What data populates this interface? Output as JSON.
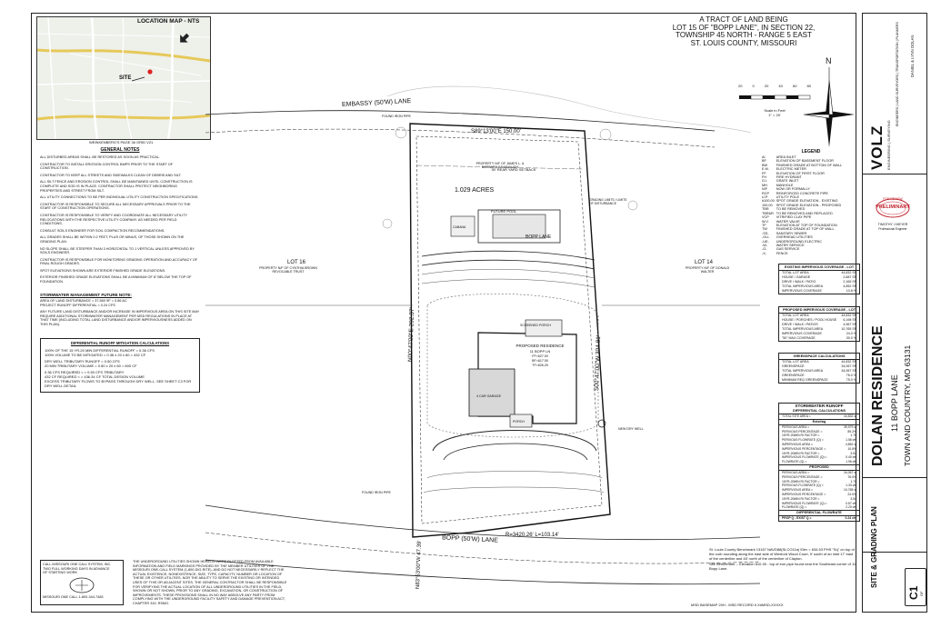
{
  "location_map": {
    "title": "LOCATION MAP - NTS",
    "site_label": "SITE",
    "grid_ref": "WEINKENBERG'S PAGE 3# GRID V21"
  },
  "heading": {
    "line1": "A TRACT OF LAND BEING",
    "line2": "LOT 15 OF \"BOPP LANE\", IN SECTION 22,",
    "line3": "TOWNSHIP 45 NORTH - RANGE 5 EAST",
    "line4": "ST. LOUIS COUNTY, MISSOURI"
  },
  "north_label": "N",
  "scale": {
    "ticks": [
      "20",
      "0",
      "20",
      "40",
      "60",
      "80"
    ],
    "caption_line1": "Scale in Feet",
    "caption_line2": "1\" = 20'"
  },
  "general_notes": {
    "title": "GENERAL NOTES",
    "items": [
      "ALL DISTURBED AREAS SHALL BE RESTORED AS SOON AS PRACTICAL.",
      "CONTRACTOR TO INSTALL EROSION CONTROL BMPS PRIOR TO THE START OF CONSTRUCTION.",
      "CONTRACTOR TO KEEP ALL STREETS AND SIDEWALKS CLEAN OF DEBRIS AND SILT.",
      "ALL SILT FENCE AND EROSION CONTROL SHALL BE MAINTAINED UNTIL CONSTRUCTION IS COMPLETE AND SOD IS IN PLACE. CONTRACTOR SHALL PROTECT NEIGHBORING PROPERTIES AND STREET FROM SILT.",
      "ALL UTILITY CONNECTIONS TO BE PER INDIVIDUAL UTILITY CONSTRUCTION SPECIFICATIONS.",
      "CONTRACTOR IS RESPONSIBLE TO SECURE ALL NECESSARY APPROVALS PRIOR TO THE START OF CONSTRUCTION OPERATIONS.",
      "CONTRACTOR IS RESPONSIBLE TO VERIFY AND COORDINATE ALL NECESSARY UTILITY RELOCATIONS WITH THE RESPECTIVE UTILITY COMPANY. AS NEEDED PER FIELD CONDITIONS.",
      "CONSULT SOILS ENGINEER FOR SOIL COMPACTION RECOMMENDATIONS.",
      "ALL GRADES SHALL BE WITHIN 0.2 FEET, PLUS OR MINUS, OF THOSE SHOWN ON THE GRADING PLAN.",
      "NO SLOPE SHALL BE STEEPER THAN 3 HORIZONTAL TO 1 VERTICAL UNLESS APPROVED BY SOILS ENGINEER.",
      "CONTRACTOR IS RESPONSIBLE FOR MONITORING GRADING OPERATION AND ACCURACY OF FINAL ROUGH GRADES.",
      "SPOT ELEVATIONS SHOWN ARE EXTERIOR FINISHED GRADE ELEVATIONS.",
      "EXTERIOR FINISHED GRADE ELEVATIONS SHALL BE A MINIMUM OF 8\" BELOW THE TOP OF FOUNDATION."
    ]
  },
  "stormwater_note": {
    "title": "STORMWATER MANAGEMENT FUTURE NOTE:",
    "lines": [
      "AREA OF LAND DISTURBANCE = 37,560 SF = 0.86 AC",
      "PROJECT RUNOFF DIFFERENTIAL = 0.24 CFS",
      "ANY FUTURE LAND DISTURBANCE AND/OR INCREASE IN IMPERVIOUS AREA ON THIS SITE MAY REQUIRE ADDITIONAL STORMWATER MANAGEMENT PER MSD REGULATIONS IN PLACE AT THAT TIME (INCLUDING TOTAL LAND DISTURBANCE AND/OR IMPERVIOUSNESS ADDED ON THIS PLAN)."
    ]
  },
  "runoff_mitigation": {
    "title": "DIFFERENTIAL RUNOFF MITIGATION CALCULATIONS",
    "lines": [
      "100% OF THE 15 YR-20 MIN DIFFERENTIAL RUNOFF = 0.36 CFS",
      "100% VOLUME TO BE MITIGATED = 0.36 x 20 x 60 = 432 CF",
      "DRY WELL TRIBUTARY RUNOFF = 0.50 CFS",
      "20 MIN TRIBUTARY VOLUME = 0.50 x 20 x 60 = 600 CF",
      "0.36 CFS REQUIRED < = 0.50 CFS TRIBUTARY",
      "432 CF REQUIRED < = 436.34 CF TOTAL DESIGN VOLUME",
      "EXCESS TRIBUTARY FLOWS TO BYPASS THROUGH DRY WELL. SEE SHEET C3 FOR DRY WELL DETAIL"
    ]
  },
  "call_box": {
    "lines": [
      "CALL MISSOURI ONE CALL SYSTEM, INC.",
      "TWO FULL WORKING DAYS IN ADVANCE",
      "OF STARTING WORK",
      "MISSOURI ONE CALL 1-800-344-7483"
    ]
  },
  "utility_note": "THE UNDERGROUND UTILITIES SHOWN HEREON WERE PLOTTED FROM AVAILABLE INFORMATION AND FIELD MARKINGS PROVIDED BY THE MEMBER UTILITIES OF THE MISSOURI ONE-CALL SYSTEM (1-800-DIG-RITE), AND DO NOT NECESSARILY REFLECT THE ACTUAL EXISTENCE, NONEXISTENCE, SIZE, TYPE, CAPACITY, NUMBER OR LOCATION OF THESE OR OTHER UTILITIES, NOR THE ABILITY TO SERVE THE EXISTING OR INTENDED USES OF THIS OR ADJACENT SITES. THE GENERAL CONTRACTOR SHALL BE RESPONSIBLE FOR VERIFYING THE ACTUAL LOCATION OF ALL UNDERGROUND UTILITIES IN THE FIELD, SHOWN OR NOT SHOWN, PRIOR TO ANY GRADING, EXCAVATION, OR CONSTRUCTION OF IMPROVEMENTS. THESE PROVISIONS SHALL IN NO WAY ABSOLVE ANY PARTY FROM COMPLYING WITH THE UNDERGROUND FACILITY SAFETY AND DAMAGE PREVENTION ACT, CHAPTER 319, RSMO.",
  "plan": {
    "street_top": "EMBASSY (50'W) LANE",
    "street_bottom": "BOPP (50'W) LANE",
    "bearing_top": "S89°13'00\"E 150.00'",
    "bearing_left": "N00°47'00\"E 292.37'",
    "bearing_right": "S00°47'00\"W 304.81'",
    "bearing_bottom_left": "N83°53'00\"W 47.39'",
    "curve_bottom": "R=3420.26' L=103.14'",
    "acreage": "1.029 ACRES",
    "house_label": "PROPOSED RESIDENCE",
    "house_address": "11 BOPP LN",
    "house_details": [
      "FF=627.00",
      "BF=617.50",
      "TF=626.25"
    ],
    "pool_label": "FUTURE POOL",
    "cabana_label": "CABANA",
    "garage_label": "4 CAR GARAGE",
    "porch_label": "PORCH",
    "screened_label": "SCREENED PORCH",
    "lot_left": "LOT 16",
    "lot_right": "LOT 14",
    "lot_left_owner": "PROPERTY N/F OF CYNTHIA BROWN REVOCABLE TRUST",
    "lot_right_owner": "PROPERTY N/F OF DONALD WALTER",
    "lot_top_owner": "PROPERTY N/F OF JAMES L. & BARBARA CAVANAUGH",
    "lot_bottom": "BOPP LANE",
    "iron_pipe": "FOUND IRON PIPE",
    "limits": "GRADING LIMITS / LIMITS OF DISTURBANCE",
    "drywell": "NEW DRY WELL",
    "yard_setback": "30' REAR YARD SETBACK"
  },
  "legend": {
    "title": "LEGEND",
    "items": [
      [
        "AI",
        "AREA INLET"
      ],
      [
        "BF",
        "ELEVATION OF BASEMENT FLOOR"
      ],
      [
        "BW",
        "FINISHED GRADE AT BOTTOM OF WALL"
      ],
      [
        "E.M.",
        "ELECTRIC METER"
      ],
      [
        "FF",
        "ELEVATION OF FIRST FLOOR"
      ],
      [
        "FH",
        "FIRE HYDRANT"
      ],
      [
        "G.I.",
        "GRATE INLET"
      ],
      [
        "MH",
        "MANHOLE"
      ],
      [
        "N/F",
        "NOW OR FORMALLY"
      ],
      [
        "RCP",
        "REINFORCED CONCRETE PIPE"
      ],
      [
        "U.P.",
        "UTILITY POLE"
      ],
      [
        "#100.00",
        "SPOT GRADE ELEVATION - EXISTING"
      ],
      [
        "100.00",
        "SPOT GRADE ELEVATION - PROPOSED"
      ],
      [
        "TBR",
        "TO BE REMOVED"
      ],
      [
        "TBR&R",
        "TO BE REMOVED AND REPLACED"
      ],
      [
        "VCP",
        "VITRIFIED CLAY PIPE"
      ],
      [
        "W.V.",
        "WATER VALVE"
      ],
      [
        "TF",
        "ELEVATION AT TOP OF FOUNDATION"
      ],
      [
        "TW",
        "FINISHED GRADE AT TOP OF WALL"
      ],
      [
        "-SS-",
        "SANITARY SEWER"
      ],
      [
        "-OU-",
        "OVERHEAD UTILITIES"
      ],
      [
        "-UE-",
        "UNDERGROUND ELECTRIC"
      ],
      [
        "-W-",
        "WATER SERVICE"
      ],
      [
        "-G-",
        "GAS SERVICE"
      ],
      [
        "-X-",
        "FENCE"
      ]
    ]
  },
  "coverage_existing": {
    "title": "EXISTING IMPERVIOUS COVERAGE - LOT",
    "rows": [
      [
        "TOTAL LOT AREA",
        "44,832 SF"
      ],
      [
        "HOUSE / GARAGE",
        "2,687 SF"
      ],
      [
        "DRIVE / WALK / PATIO",
        "2,165 SF"
      ],
      [
        "TOTAL IMPERVIOUS AREA",
        "4,852 SF"
      ],
      [
        "IMPERVIOUS COVERAGE",
        "10.8 %"
      ]
    ]
  },
  "coverage_proposed": {
    "title": "PROPOSED IMPERVIOUS COVERAGE - LOT",
    "rows": [
      [
        "TOTAL LOT AREA",
        "44,832 SF"
      ],
      [
        "HOUSE / PORCHES / POOL HOUSE",
        "6,198 SF"
      ],
      [
        "DRIVE / WALK / PATIOS",
        "4,567 SF"
      ],
      [
        "TOTAL IMPERVIOUS AREA",
        "10,765 SF"
      ],
      [
        "IMPERVIOUS COVERAGE",
        "24.0 %"
      ],
      [
        "\"50\" MAX COVERAGE",
        "30.0 %"
      ]
    ]
  },
  "greenspace": {
    "title": "GREENSPACE CALCULATIONS",
    "rows": [
      [
        "TOTAL LOT AREA",
        "44,832 SF"
      ],
      [
        "GREENSPACE",
        "34,067 SF"
      ],
      [
        "TOTAL IMPERVIOUS AREA",
        "34,067 SF"
      ],
      [
        "GREENSPACE",
        "76.0 %"
      ],
      [
        "MINIMUM REQ GREENSPACE",
        "75.0 %"
      ]
    ]
  },
  "stormwater_runoff": {
    "title": "STORMWATER RUNOFF",
    "subtitle": "DIFFERENTIAL CALCULATIONS",
    "total_row": [
      "TOTAL SITE AREA =",
      "44,832 sf"
    ],
    "existing_label": "Existing",
    "existing_rows": [
      [
        "PERVIOUS AREA =",
        "39,979 sf"
      ],
      [
        "PERVIOUS PERCENTAGE =",
        "89.2%"
      ],
      [
        "15YR-20MIN RI FACTOR =",
        "1.70"
      ],
      [
        "PERVIOUS FLOWRATE (Q) =",
        "1.56 cfs"
      ],
      [
        "IMPERVIOUS AREA =",
        "4,852 sf"
      ],
      [
        "IMPERVIOUS PERCENTAGE =",
        "10.8%"
      ],
      [
        "15YR-20MIN RI FACTOR =",
        "3.54"
      ],
      [
        "IMPERVIOUS FLOWRATE (Q) =",
        "0.40 cfs"
      ],
      [
        "FLOWRATE (Q) =",
        "1.96 cfs"
      ]
    ],
    "proposed_label": "PROPOSED",
    "proposed_rows": [
      [
        "PERVIOUS AREA =",
        "34,067 sf"
      ],
      [
        "PERVIOUS PERCENTAGE =",
        "76.0%"
      ],
      [
        "15YR-20MIN RI FACTOR =",
        "1.70"
      ],
      [
        "PERVIOUS FLOWRATE (Q) =",
        "1.33 cfs"
      ],
      [
        "IMPERVIOUS AREA =",
        "10,765 sf"
      ],
      [
        "IMPERVIOUS PERCENTAGE =",
        "24.0%"
      ],
      [
        "15YR-20MIN RI FACTOR =",
        "3.54"
      ],
      [
        "IMPERVIOUS FLOWRATE (Q) =",
        "0.87 cfs"
      ],
      [
        "FLOWRATE (Q) =",
        "2.20 cfs"
      ]
    ],
    "differential_label": "DIFFERENTIAL FLOWRATE",
    "differential_row": [
      "PROP Q - EXIST Q =",
      "0.24 cfs"
    ]
  },
  "benchmark": {
    "line1": "St. Louis County Benchmark 13167 NAVD88(SLCO11a) Elev = 634.53 PHS \"Sq\" on top of the curb rounding along the east side of Wexford Wood Court, 9' south of an inlet 17' east of the centerline and 45' north of the centerline of Clayton.",
    "line2": "Site Benchmark -- Elevation 610.30 - top of iron pipe found near the Southeast corner of 11 Bopp Lane."
  },
  "footer": "MSD BASEMAP 20H - MSD RECORD # X#MSD-XXXXX",
  "title_block": {
    "firm": "VOLZ",
    "firm_sub": "ENGINEERING | SURVEYING",
    "services": "ENGINEERS | LAND SURVEYORS | TRANSPORTATION | PLANNERS",
    "client": "DANIEL & LYNN DOLAN",
    "project": "DOLAN RESIDENCE",
    "address1": "11 BOPP LANE",
    "address2": "TOWN AND COUNTRY, MO 63131",
    "stamp_top": "FOR REVIEW",
    "stamp": "PRELIMINARY",
    "engineer": "TIMOTHY J MEYER",
    "engineer_title": "Professional Engineer",
    "sheet_title": "SITE & GRADING PLAN",
    "sheet_no": "C1",
    "sheet_of": "OF"
  },
  "colors": {
    "line": "#222222",
    "stamp": "#c0262f",
    "house": "#9a9a9a"
  }
}
